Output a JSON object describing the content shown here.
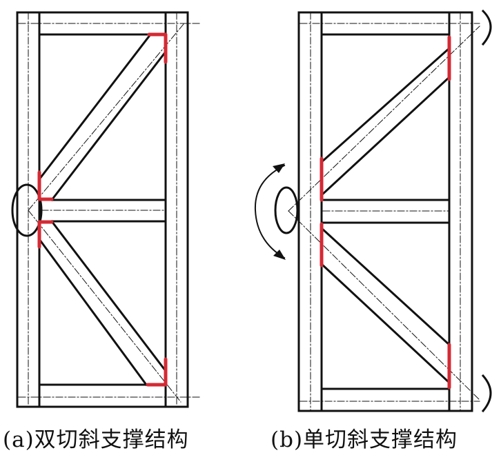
{
  "figure": {
    "panels": [
      {
        "id": "a",
        "caption": "(a)双切斜支撑结构"
      },
      {
        "id": "b",
        "caption": "(b)单切斜支撑结构"
      }
    ]
  },
  "colors": {
    "line": "#111111",
    "highlight": "#d42a34",
    "background": "#ffffff"
  }
}
